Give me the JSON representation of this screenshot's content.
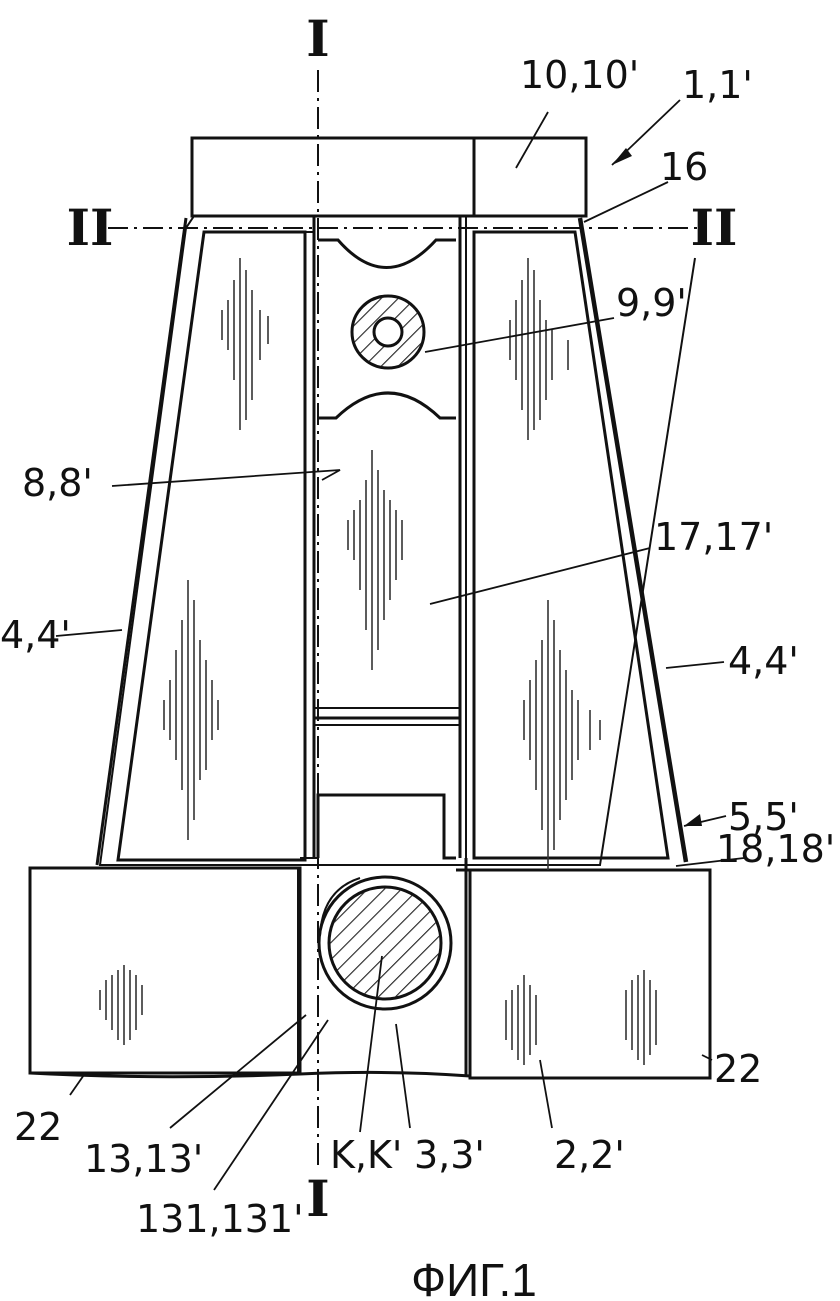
{
  "figure": {
    "caption": "ФИГ.1",
    "section_marks": {
      "top": "I",
      "bottom": "I",
      "left": "II",
      "right": "II"
    },
    "labels": {
      "l_10": "10,10'",
      "l_1": "1,1'",
      "l_16": "16",
      "l_9": "9,9'",
      "l_8": "8,8'",
      "l_17": "17,17'",
      "l_4_left": "4,4'",
      "l_4_right": "4,4'",
      "l_5": "5,5'",
      "l_18": "18,18'",
      "l_22_left": "22",
      "l_22_right": "22",
      "l_13": "13,13'",
      "l_131": "131,131'",
      "l_k": "K,K'",
      "l_3": "3,3'",
      "l_2": "2,2'"
    }
  }
}
